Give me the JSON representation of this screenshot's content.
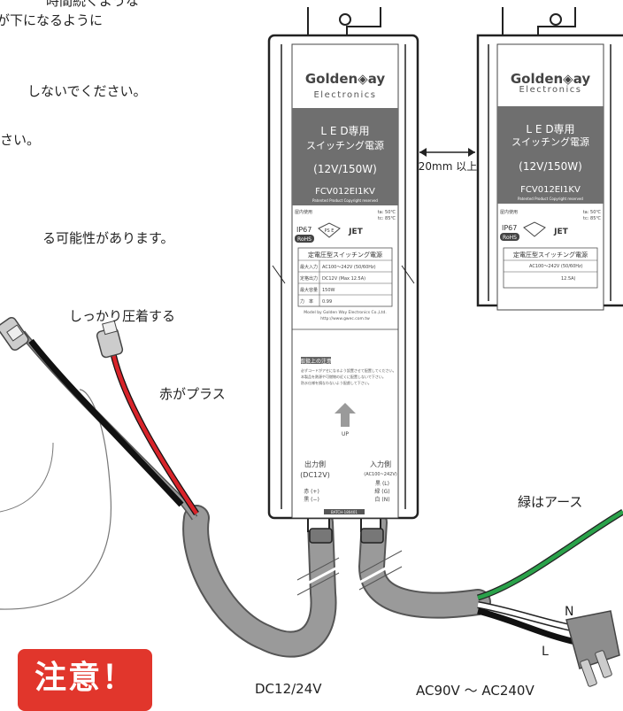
{
  "left_notes": {
    "line1": "時間続くような",
    "line2": "が下になるように",
    "line3": "しないでください。",
    "line4": "さい。",
    "line5": "る可能性があります。"
  },
  "cable_labels": {
    "crimp": "しっかり圧着する",
    "red_plus": "赤がプラス",
    "green_earth": "緑はアース",
    "neutral": "N",
    "live": "L"
  },
  "gap_label": "20mm 以上",
  "bottom_labels": {
    "dc": "DC12/24V",
    "ac": "AC90V ～ AC240V"
  },
  "warning_banner": "注意！",
  "psu_main": {
    "brand": "Golden◈ay",
    "brand_sub": "Electronics",
    "title_line1": "L E D専用",
    "title_line2": "スイッチング電源",
    "rating": "(12V/150W)",
    "model": "FCV012EI1KV",
    "patent": "Patented Product Copyright reserved",
    "env_left": "屋内使用",
    "env_right1": "ta: 50℃",
    "env_right2": "tc: 85℃",
    "ip": "IP67",
    "rohs": "RoHS",
    "pse": "PS E",
    "jet": "JET",
    "spec_title": "定電圧型スイッチング電源",
    "spec_rows": [
      {
        "k": "最大入力",
        "v": "AC100～242V (50/60Hz)"
      },
      {
        "k": "定格出力",
        "v": "DC12V (Max 12.5A)"
      },
      {
        "k": "最大容量",
        "v": "150W"
      },
      {
        "k": "力　率",
        "v": "0.99"
      }
    ],
    "maker": "Model by Golden Way Electronics Co.,Ltd.",
    "url": "http://www.gwec.com.tw",
    "caution_title": "取扱上の注意",
    "caution_line1": "必ずコードがアセになるよう設置させて配置してください。",
    "caution_line2": "本製品を熱源や可燃物の近くに配置しないで下さい。",
    "caution_line3": "防水仕様を損なわないよう配慮して下さい。",
    "up": "UP",
    "out_label": "出力側",
    "out_sub": "(DC12V)",
    "out_red": "赤 (+)",
    "out_black": "黒 (−)",
    "in_label": "入力側",
    "in_sub": "(AC100~242V)",
    "in_black": "黒 (L)",
    "in_green": "緑 (G)",
    "in_white": "白 (N)",
    "serial": "BATCH-180401"
  },
  "psu_side": {
    "brand": "Golden◈ay",
    "brand_sub": "Electronics",
    "title_line1": "L E D専用",
    "title_line2": "スイッチング電源",
    "rating": "(12V/150W)",
    "model": "FCV012EI1KV",
    "patent": "Patented Product Copyright reserved",
    "env_left": "屋内使用",
    "env_right1": "ta: 50℃",
    "env_right2": "tc: 85℃",
    "ip": "IP67",
    "rohs": "RoHS",
    "jet": "JET",
    "spec_title": "定電圧型スイッチング電源",
    "spec_v1": "AC100～242V (50/60Hz)",
    "spec_v2": "12.5A)"
  }
}
